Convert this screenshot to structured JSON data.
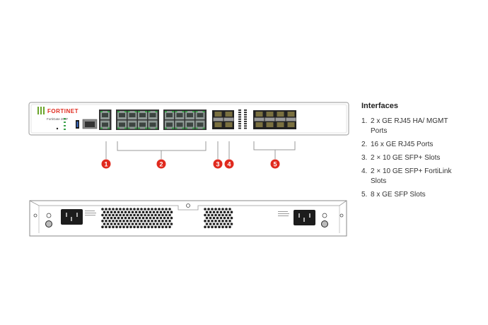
{
  "front_panel": {
    "logo": "FORTINET",
    "model": "FortiGate 200F"
  },
  "callouts": [
    "1",
    "2",
    "3",
    "4",
    "5"
  ],
  "legend": {
    "title": "Interfaces",
    "items": [
      {
        "num": "1.",
        "text": "2 x GE RJ45 HA/ MGMT Ports"
      },
      {
        "num": "2.",
        "text": "16 x GE RJ45 Ports"
      },
      {
        "num": "3.",
        "text": "2 × 10 GE SFP+ Slots"
      },
      {
        "num": "4.",
        "text": "2 × 10 GE SFP+ FortiLink Slots"
      },
      {
        "num": "5.",
        "text": "8 x GE SFP Slots"
      }
    ]
  },
  "colors": {
    "callout": "#e02a1e",
    "logo_green": "#6aa52a",
    "port_green": "#3aa14a"
  }
}
